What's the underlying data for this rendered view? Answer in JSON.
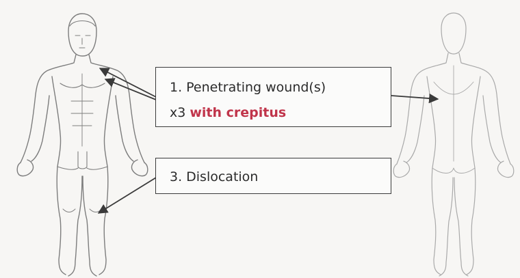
{
  "annotations": [
    {
      "number": "1.",
      "text": "Penetrating wound(s)",
      "count": "x3",
      "qualifier": "with crepitus",
      "qualifier_color": "#c0344a"
    },
    {
      "number": "3.",
      "text": "Dislocation"
    }
  ],
  "figures": {
    "front_view": "anterior body outline",
    "back_view": "posterior body outline"
  },
  "colors": {
    "line": "#3a3a3a",
    "figure_stroke": "#8a8a8a",
    "background": "#f7f6f4"
  }
}
